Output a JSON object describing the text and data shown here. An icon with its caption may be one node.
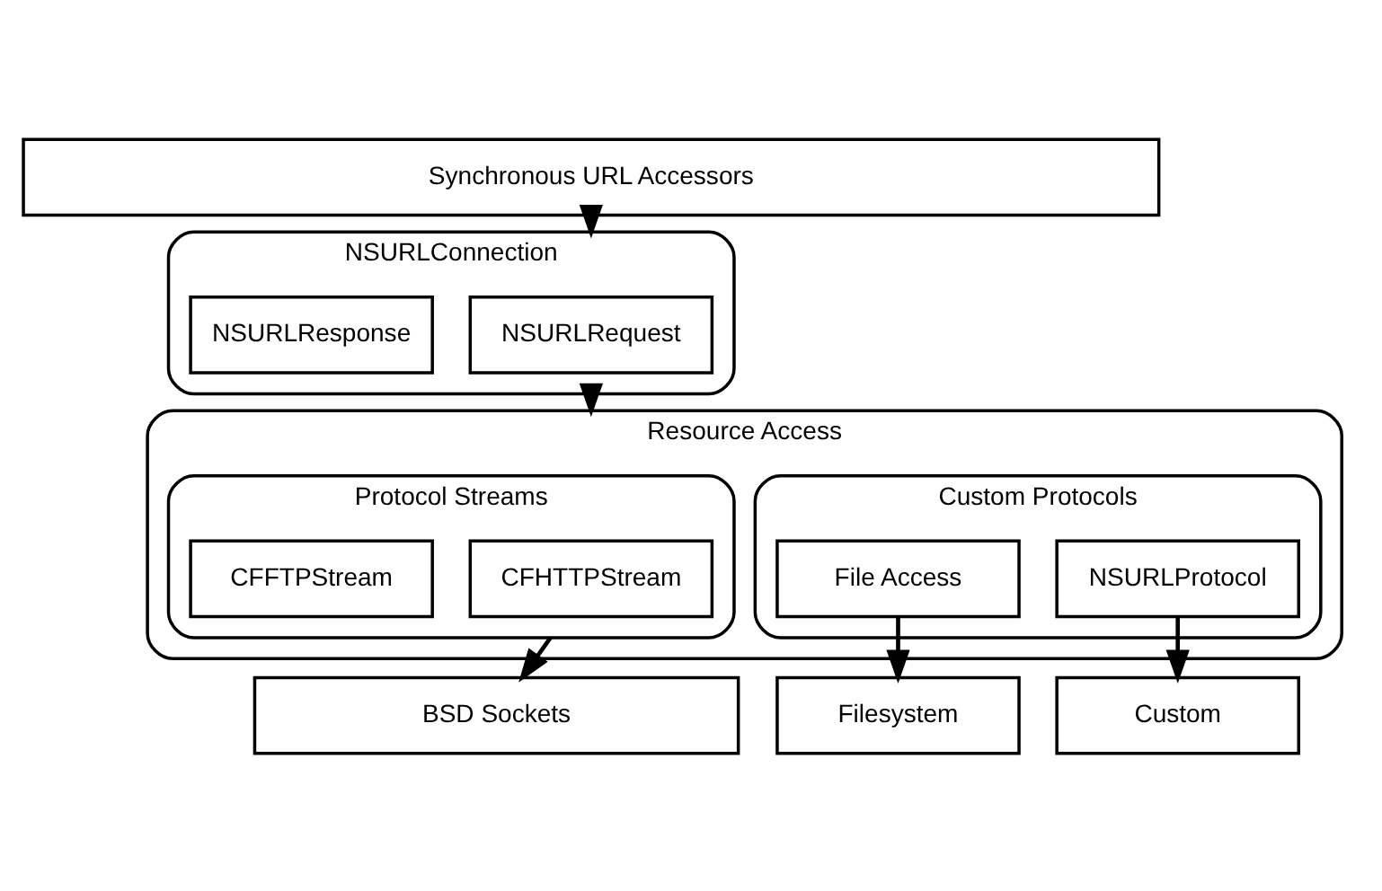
{
  "diagram": {
    "nodes": [
      {
        "text": [
          "Synchronous URL Accessors"
        ]
      },
      {
        "text": [
          "NSURLConnection"
        ]
      },
      {
        "text": [
          "NSURLRequest"
        ],
        "in": 1
      },
      {
        "text": [
          "NSURLResponse"
        ],
        "in": 1
      },
      {
        "text": [
          "Resource Access"
        ]
      },
      {
        "text": [
          "Protocol Streams"
        ],
        "in": 4
      },
      {
        "text": [
          "CFHTTPStream"
        ],
        "in": 5
      },
      {
        "text": [
          "CFFTPStream"
        ],
        "in": 5
      },
      {
        "text": [
          "Custom Protocols"
        ],
        "in": 4
      },
      {
        "text": [
          "File Access"
        ],
        "in": 8
      },
      {
        "text": [
          "NSURLProtocol"
        ],
        "in": 8
      },
      {
        "text": [
          "BSD Sockets"
        ]
      },
      {
        "text": [
          "Filesystem"
        ]
      },
      {
        "text": [
          "Custom"
        ]
      }
    ],
    "edges": [
      {
        "from": 0,
        "to": 1,
        "arrow": "to"
      },
      {
        "from": 1,
        "to": 4,
        "arrow": "to"
      },
      {
        "from": 5,
        "to": 11,
        "arrow": "to"
      },
      {
        "from": 9,
        "to": 12,
        "arrow": "to"
      },
      {
        "from": 10,
        "to": 13,
        "arrow": "to"
      }
    ]
  }
}
